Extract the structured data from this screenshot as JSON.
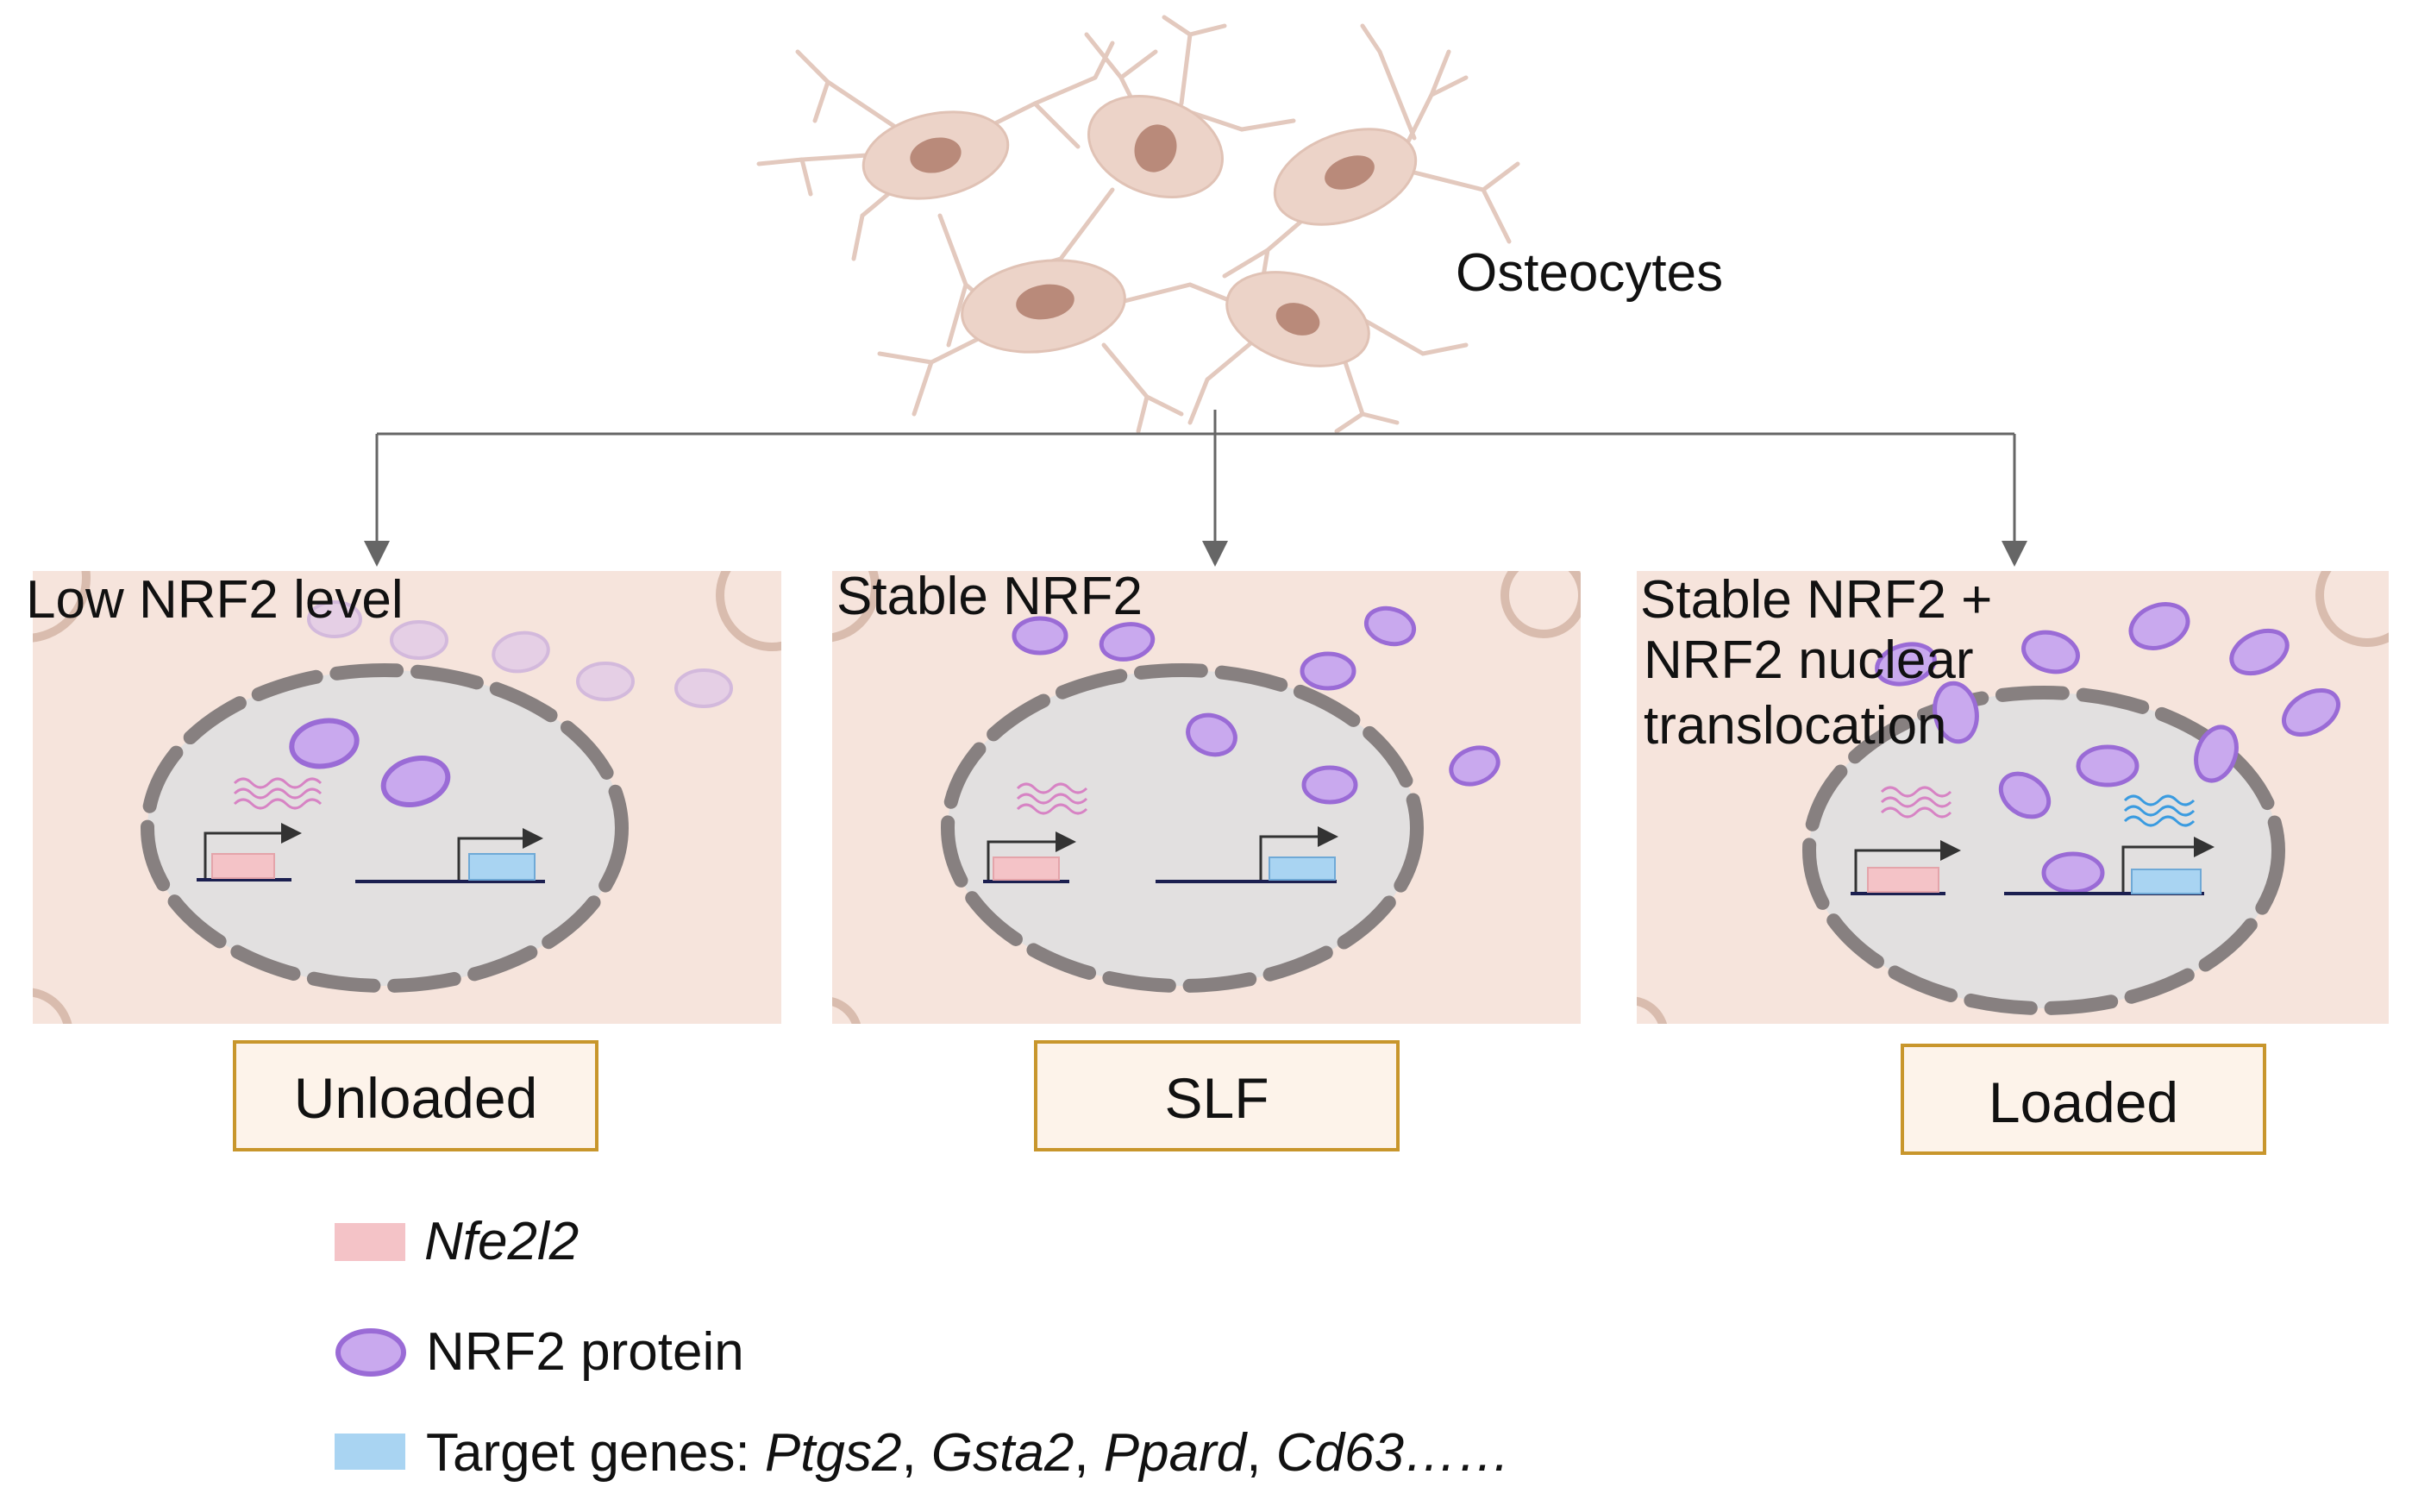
{
  "cell_label": "Osteocytes",
  "panels": [
    {
      "title_lines": [
        "Low NRF2 level"
      ],
      "condition": "Unloaded"
    },
    {
      "title_lines": [
        "Stable NRF2"
      ],
      "condition": "SLF"
    },
    {
      "title_lines": [
        "Stable NRF2 +",
        "NRF2 nuclear",
        "translocation"
      ],
      "condition": "Loaded"
    }
  ],
  "legend": {
    "gene": "Nfe2l2",
    "protein": "NRF2 protein",
    "targets_prefix": "Target genes: ",
    "targets": [
      "Ptgs2",
      "Gsta2",
      "Ppard",
      "Cd63"
    ],
    "targets_suffix": "……"
  },
  "colors": {
    "cytoplasm": "#f6e4dc",
    "nucleus": "#e2e0e0",
    "envelope": "#878080",
    "protein_fill": "#c9a9ee",
    "protein_stroke": "#9a6bd6",
    "gene_pink": "#f4c3c7",
    "gene_blue": "#a9d4f2",
    "box_border": "#c8962c",
    "box_fill": "#fdf3ea",
    "osteocyte_body": "#ecd3c8",
    "osteocyte_nucleus": "#b98a7a"
  }
}
